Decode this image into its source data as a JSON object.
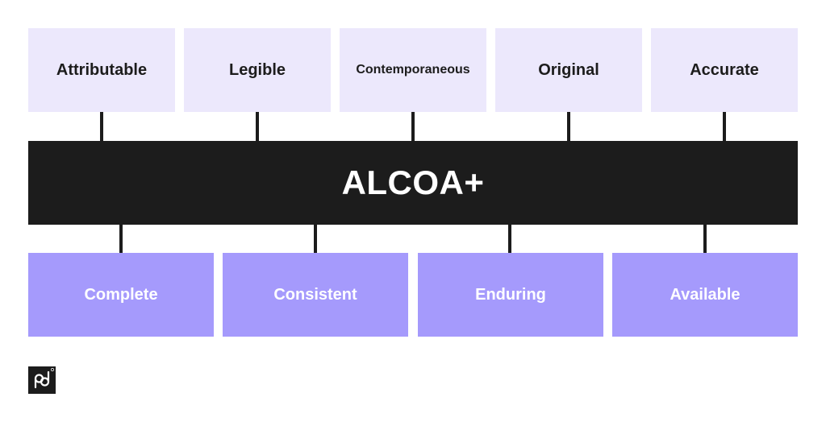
{
  "center": {
    "title": "ALCOA+"
  },
  "top_principles": [
    {
      "label": "Attributable"
    },
    {
      "label": "Legible"
    },
    {
      "label": "Contemporaneous"
    },
    {
      "label": "Original"
    },
    {
      "label": "Accurate"
    }
  ],
  "bottom_principles": [
    {
      "label": "Complete"
    },
    {
      "label": "Consistent"
    },
    {
      "label": "Enduring"
    },
    {
      "label": "Available"
    }
  ],
  "colors": {
    "top_box": "#ece8fc",
    "bottom_box": "#a59afc",
    "bar": "#1c1c1c"
  },
  "logo": {
    "icon": "brand-logo-icon"
  }
}
